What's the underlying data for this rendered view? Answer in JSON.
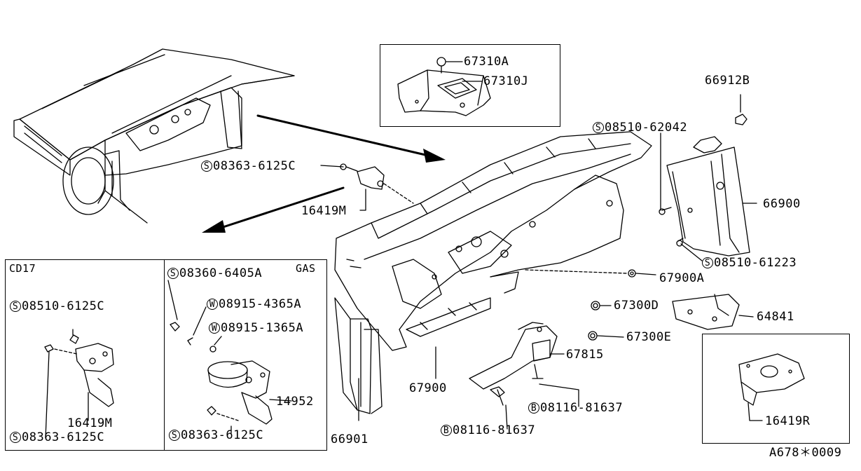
{
  "diagram_id": "A678＊0009",
  "symbols": {
    "screw": "S",
    "washer": "W",
    "bolt": "B"
  },
  "inset_top": {
    "labels": [
      "67310A",
      "67310J"
    ]
  },
  "main": {
    "callouts": [
      {
        "symbol": "S",
        "text": "08510-62042"
      },
      {
        "symbol": "",
        "text": "66912B"
      },
      {
        "symbol": "",
        "text": "66900"
      },
      {
        "symbol": "S",
        "text": "08510-61223"
      },
      {
        "symbol": "S",
        "text": "08363-6125C"
      },
      {
        "symbol": "",
        "text": "16419M"
      },
      {
        "symbol": "",
        "text": "67900A"
      },
      {
        "symbol": "",
        "text": "67300D"
      },
      {
        "symbol": "",
        "text": "64841"
      },
      {
        "symbol": "",
        "text": "67300E"
      },
      {
        "symbol": "",
        "text": "67815"
      },
      {
        "symbol": "B",
        "text": "08116-81637"
      },
      {
        "symbol": "B",
        "text": "08116-81637"
      },
      {
        "symbol": "",
        "text": "67900"
      },
      {
        "symbol": "",
        "text": "66901"
      }
    ]
  },
  "inset_bottom_left": {
    "cd17": {
      "title": "CD17",
      "callouts": [
        {
          "symbol": "S",
          "text": "08510-6125C"
        },
        {
          "symbol": "",
          "text": "16419M"
        },
        {
          "symbol": "S",
          "text": "08363-6125C"
        }
      ]
    },
    "gas": {
      "title": "GAS",
      "callouts": [
        {
          "symbol": "S",
          "text": "08360-6405A"
        },
        {
          "symbol": "W",
          "text": "08915-4365A"
        },
        {
          "symbol": "W",
          "text": "08915-1365A"
        },
        {
          "symbol": "",
          "text": "14952"
        },
        {
          "symbol": "S",
          "text": "08363-6125C"
        }
      ]
    }
  },
  "inset_bottom_right": {
    "callouts": [
      {
        "symbol": "",
        "text": "16419R"
      }
    ]
  }
}
